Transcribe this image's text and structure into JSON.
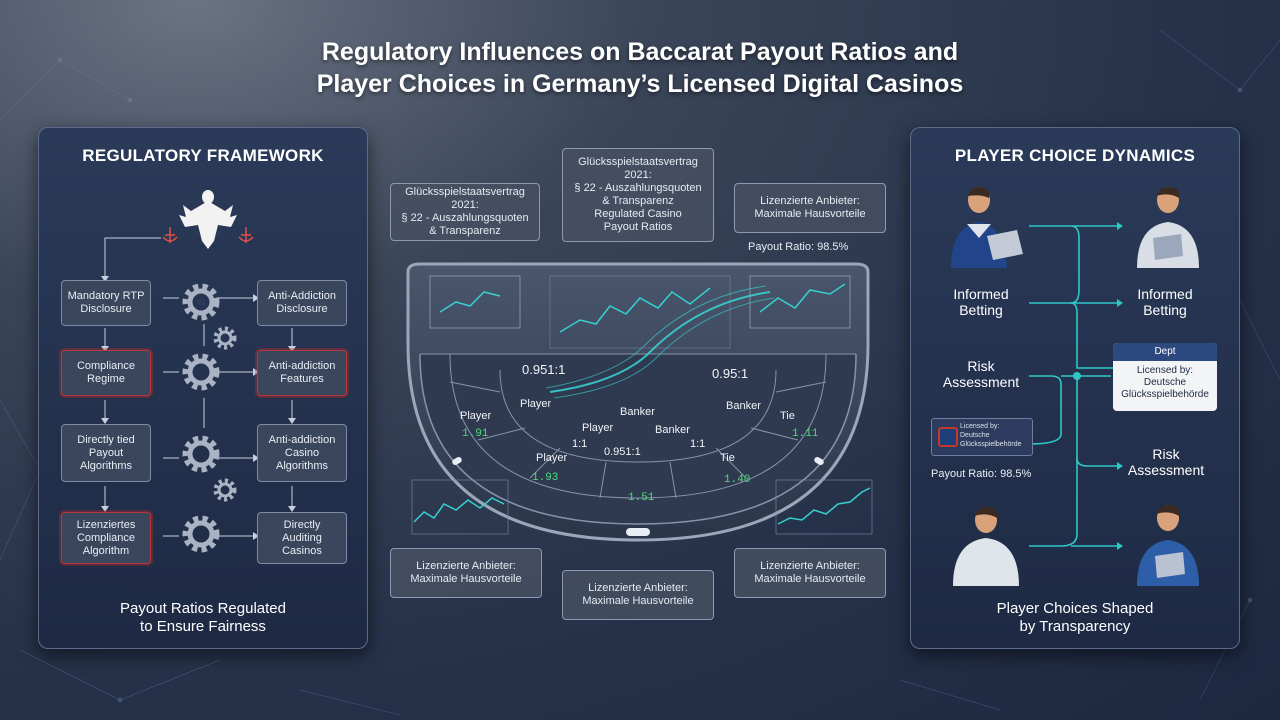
{
  "title_line1": "Regulatory Influences on Baccarat Payout Ratios and",
  "title_line2": "Player Choices in Germany’s Licensed Digital Casinos",
  "left_panel": {
    "title": "REGULATORY FRAMEWORK",
    "boxes": [
      "Mandatory RTP\nDisclosure",
      "Anti-Addiction\nDisclosure",
      "Compliance\nRegime",
      "Anti-addiction\nFeatures",
      "Directly tied\nPayout\nAlgorithms",
      "Anti-addiction\nCasino\nAlgorithms",
      "Lizenziertes\nCompliance\nAlgorithm",
      "Directly\nAuditing\nCasinos"
    ],
    "footer": "Payout Ratios Regulated\nto Ensure Fairness"
  },
  "callouts": {
    "top_left": "Glücksspielstaatsvertrag 2021:\n§ 22 - Auszahlungsquoten\n& Transparenz",
    "top_center": "Glücksspielstaatsvertrag 2021:\n§ 22 - Auszahlungsquoten\n& Transparenz\nRegulated Casino\nPayout Ratios",
    "top_right": "Lizenzierte Anbieter:\nMaximale Hausvorteile",
    "bottom_left": "Lizenzierte Anbieter:\nMaximale Hausvorteile",
    "bottom_center": "Lizenzierte Anbieter:\nMaximale Hausvorteile",
    "bottom_right": "Lizenzierte Anbieter:\nMaximale Hausvorteile"
  },
  "payout_ratio_top": "Payout Ratio: 98.5%",
  "table": {
    "labels": [
      "0.951:1",
      "0.95:1",
      "Player",
      "Banker",
      "Player",
      "Banker",
      "Banker",
      "1:1",
      "0.951:1",
      "1:1",
      "Tie",
      "Player",
      "Player",
      "Tie"
    ],
    "values": [
      "1.91",
      "1.93",
      "1.51",
      "1.40",
      "1.11"
    ]
  },
  "right_panel": {
    "title": "PLAYER CHOICE DYNAMICS",
    "informed_left": "Informed\nBetting",
    "informed_right": "Informed\nBetting",
    "risk_left": "Risk\nAssessment",
    "risk_right": "Risk\nAssessment",
    "card_header": "Dept",
    "card_body": "Licensed by:\nDeutsche\nGlücksspielbehörde",
    "small_card": "Licensed by:\nDeutsche\nGlücksspielbehörde",
    "payout_ratio": "Payout Ratio: 98.5%",
    "footer": "Player Choices Shaped\nby Transparency"
  },
  "colors": {
    "accent": "#2ec7c7",
    "panel": "#24314d",
    "red": "#c0392b",
    "green": "#4fdc77"
  }
}
